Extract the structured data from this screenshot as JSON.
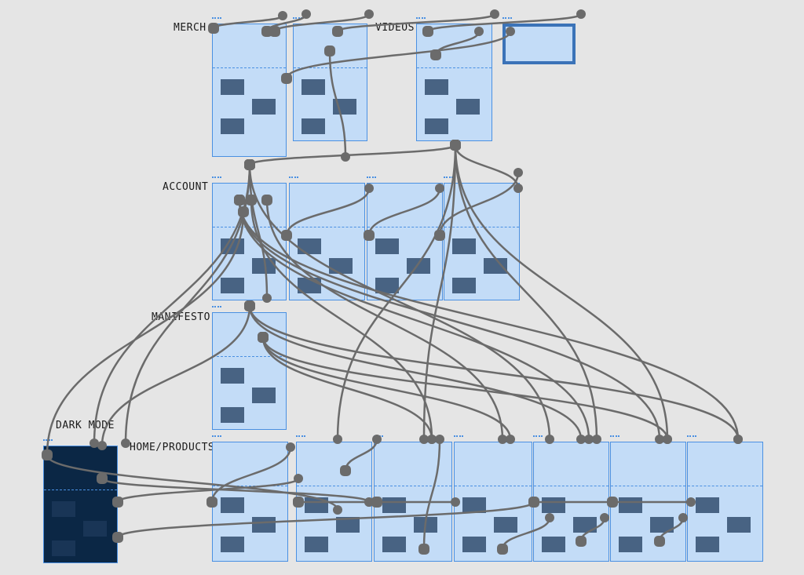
{
  "sections": {
    "merch": "MERCH",
    "videos": "VIDEOS",
    "account": "ACCOUNT",
    "manifesto": "MANIFESTO",
    "dark_mode": "DARK MODE",
    "home_products": "HOME/PRODUCTS"
  },
  "colors": {
    "canvas": "#e5e5e5",
    "frame_fill": "#c3dcf7",
    "frame_border": "#4a90e2",
    "connector": "#6b6b6b",
    "dark_frame": "#0b2745"
  }
}
